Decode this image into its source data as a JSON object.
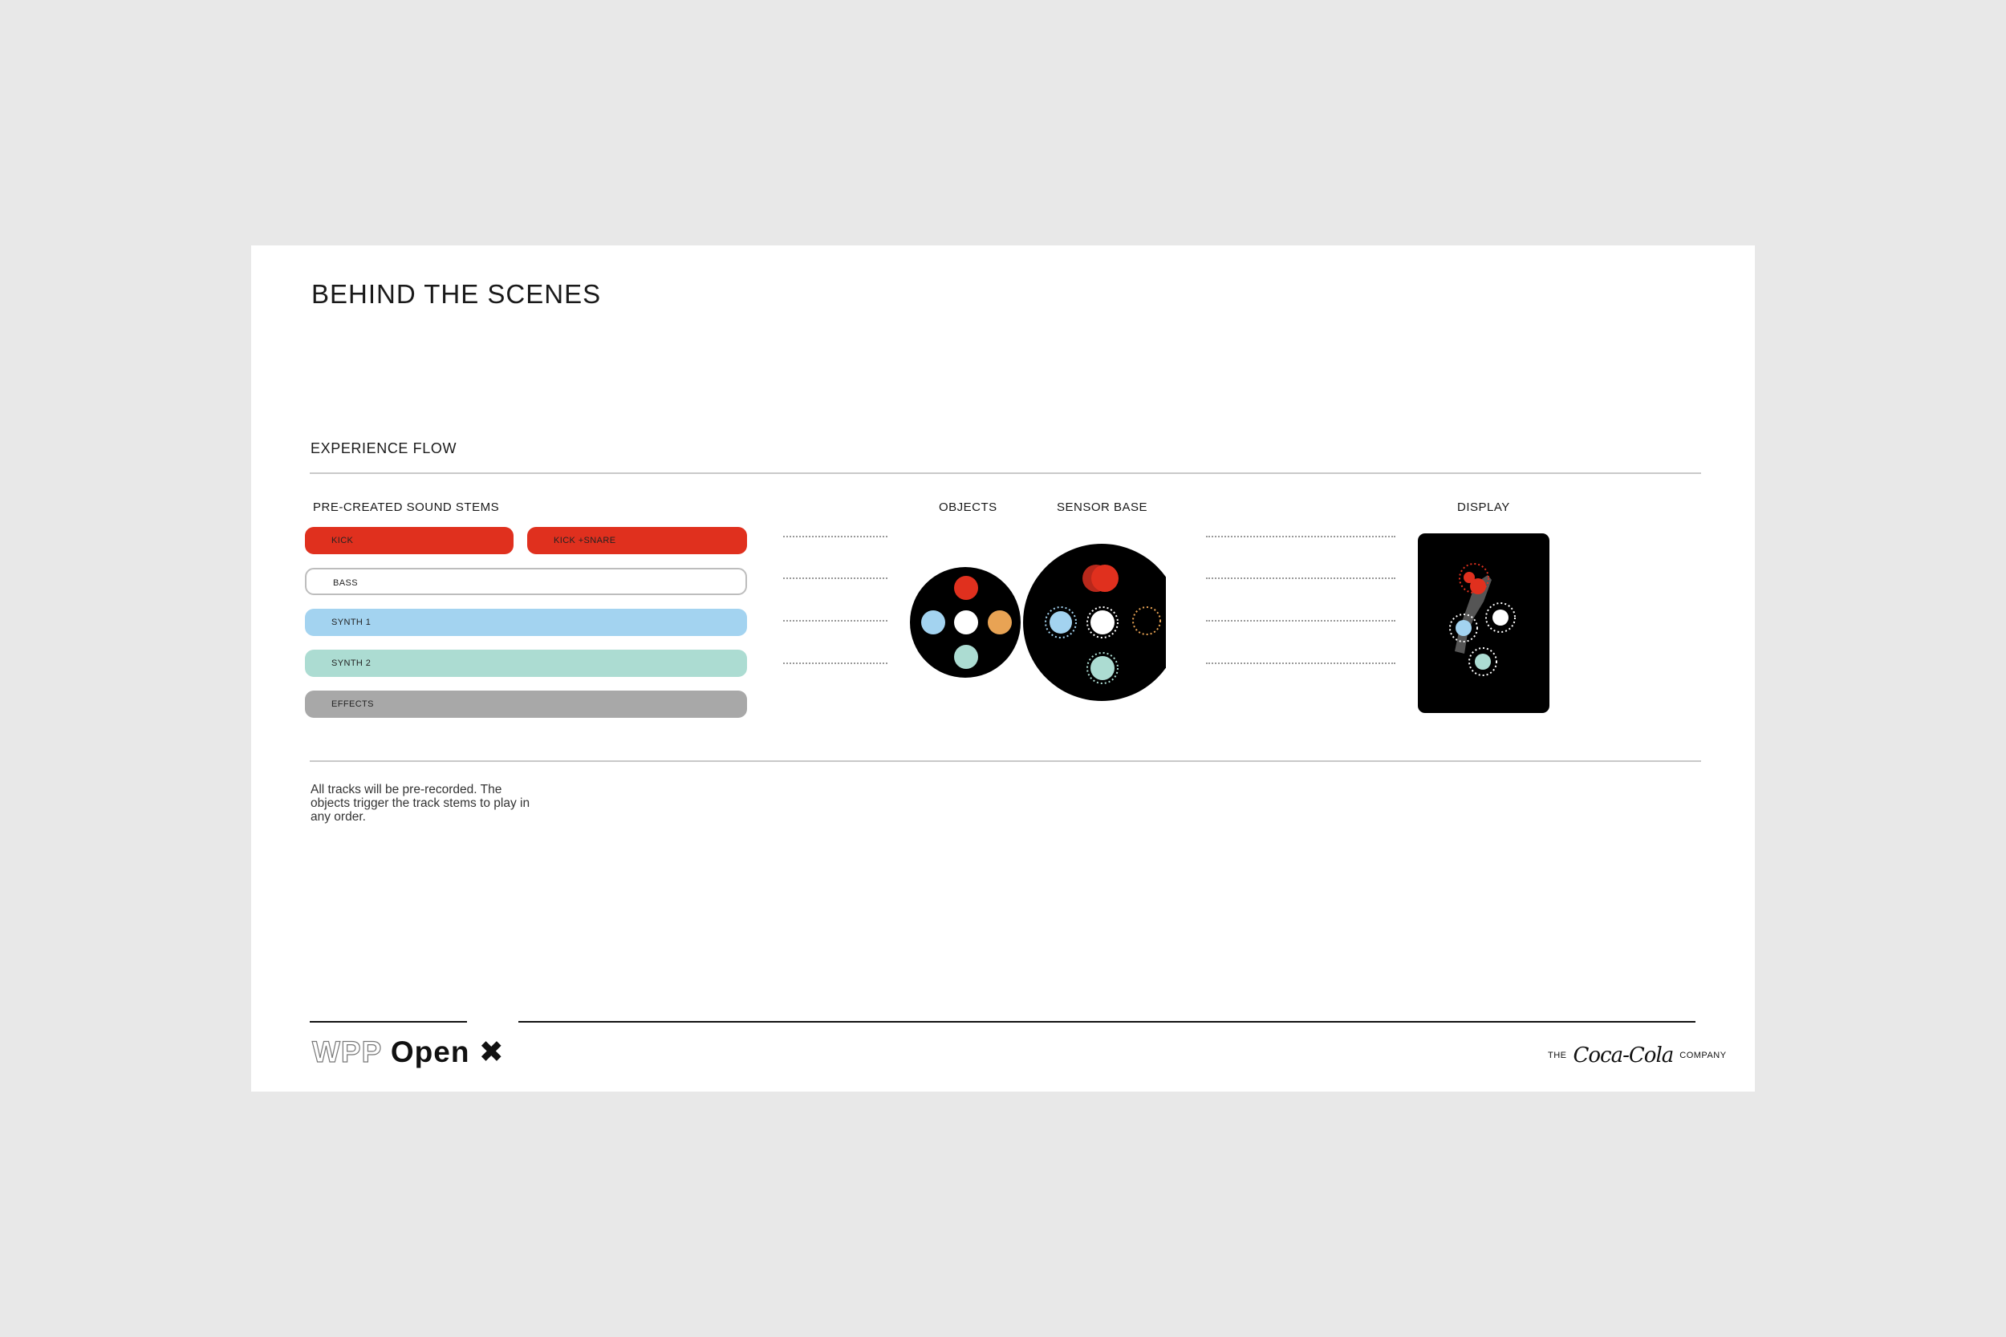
{
  "title": "BEHIND THE SCENES",
  "section": "EXPERIENCE FLOW",
  "columns": {
    "stems": "PRE-CREATED SOUND STEMS",
    "objects": "OBJECTS",
    "sensor": "SENSOR BASE",
    "display": "DISPLAY"
  },
  "stems": [
    {
      "label": "KICK",
      "color": "#e0301e"
    },
    {
      "label": "KICK +SNARE",
      "color": "#e0301e"
    },
    {
      "label": "BASS",
      "color": "#ffffff"
    },
    {
      "label": "SYNTH 1",
      "color": "#a3d3f0"
    },
    {
      "label": "SYNTH 2",
      "color": "#acdcd2"
    },
    {
      "label": "EFFECTS",
      "color": "#a8a8a8"
    }
  ],
  "note": "All tracks will be pre-recorded. The objects trigger the track stems to play in any order.",
  "footer": {
    "wpp": "WPP",
    "open": "Open",
    "open_mark": "✖",
    "client_the": "THE",
    "client_brand": "Coca-Cola",
    "client_company": "COMPANY"
  },
  "colors": {
    "red": "#e0301e",
    "blue": "#a3d3f0",
    "teal": "#acdcd2",
    "orange": "#e8a354",
    "grey": "#a8a8a8",
    "black": "#000000"
  }
}
